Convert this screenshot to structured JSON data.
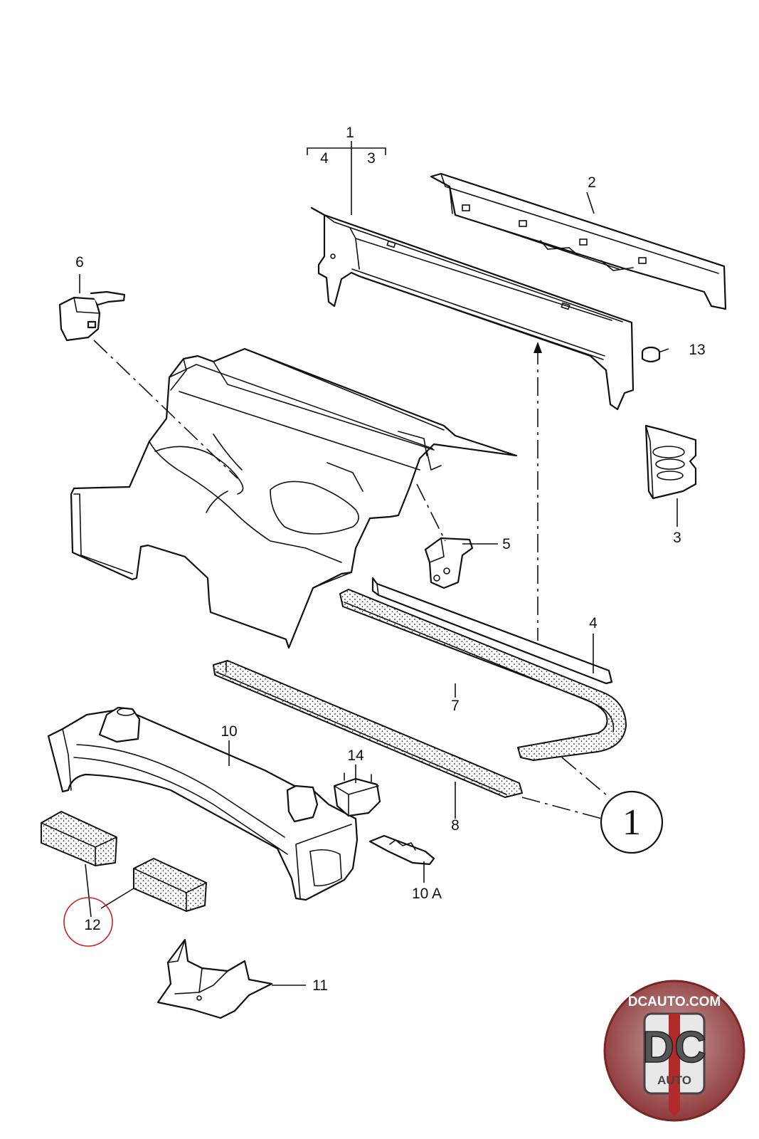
{
  "callouts": {
    "c1": "1",
    "c1_left": "4",
    "c1_right": "3",
    "c2": "2",
    "c3": "3",
    "c4": "4",
    "c5": "5",
    "c6": "6",
    "c7": "7",
    "c8": "8",
    "c10": "10",
    "c10a": "10 A",
    "c11": "11",
    "c12": "12",
    "c13": "13",
    "c14": "14",
    "ref_circle": "1"
  },
  "logo": {
    "top_text": "DCAUTO.COM",
    "mark": "DC",
    "sub_text": "AUTO"
  },
  "colors": {
    "line": "#111111",
    "highlight_circle": "#cc2222",
    "logo_red": "#a82a2a",
    "logo_grey": "#555555"
  }
}
